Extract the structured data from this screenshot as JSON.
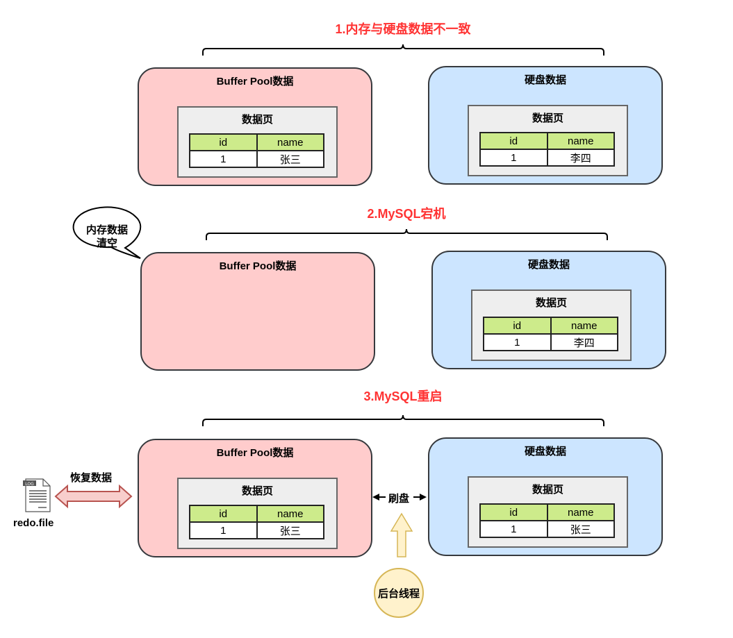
{
  "colors": {
    "title_red": "#ff3333",
    "buffer_pool_fill": "#ffcccc",
    "disk_fill": "#cce5ff",
    "page_fill": "#eeeeee",
    "table_header_fill": "#cdeb8b",
    "arrow_red_fill": "#f8cecc",
    "arrow_red_stroke": "#b85450",
    "arrow_yellow_fill": "#fff2cc",
    "arrow_yellow_stroke": "#d6b656"
  },
  "steps": [
    {
      "title": "1.内存与硬盘数据不一致",
      "buffer_pool": {
        "title": "Buffer Pool数据",
        "page": {
          "title": "数据页",
          "columns": [
            "id",
            "name"
          ],
          "rows": [
            [
              "1",
              "张三"
            ]
          ]
        }
      },
      "disk": {
        "title": "硬盘数据",
        "page": {
          "title": "数据页",
          "columns": [
            "id",
            "name"
          ],
          "rows": [
            [
              "1",
              "李四"
            ]
          ]
        }
      }
    },
    {
      "title": "2.MySQL宕机",
      "callout": "内存数据清空",
      "callout_lines": [
        "内存数据",
        "清空"
      ],
      "buffer_pool": {
        "title": "Buffer Pool数据"
      },
      "disk": {
        "title": "硬盘数据",
        "page": {
          "title": "数据页",
          "columns": [
            "id",
            "name"
          ],
          "rows": [
            [
              "1",
              "李四"
            ]
          ]
        }
      }
    },
    {
      "title": "3.MySQL重启",
      "buffer_pool": {
        "title": "Buffer Pool数据",
        "page": {
          "title": "数据页",
          "columns": [
            "id",
            "name"
          ],
          "rows": [
            [
              "1",
              "张三"
            ]
          ]
        }
      },
      "disk": {
        "title": "硬盘数据",
        "page": {
          "title": "数据页",
          "columns": [
            "id",
            "name"
          ],
          "rows": [
            [
              "1",
              "张三"
            ]
          ]
        }
      },
      "redo_file": {
        "icon": "log-file-icon",
        "icon_badge": "LOG",
        "label": "redo.file"
      },
      "recover_label": "恢复数据",
      "flush_label": "刷盘",
      "background_thread": "后台线程"
    }
  ]
}
